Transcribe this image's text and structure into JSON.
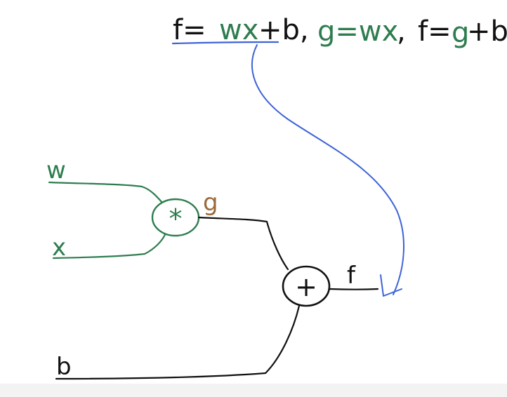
{
  "equation": {
    "parts": [
      {
        "text": "f=",
        "color": "#111111"
      },
      {
        "text": "wx",
        "color": "#2e7d4f"
      },
      {
        "text": "+b,",
        "color": "#111111"
      },
      {
        "text": "g=wx",
        "color": "#2e7d4f"
      },
      {
        "text": ",",
        "color": "#111111"
      },
      {
        "text": "f=",
        "color": "#111111"
      },
      {
        "text": "g",
        "color": "#2e7d4f"
      },
      {
        "text": "+b",
        "color": "#111111"
      }
    ]
  },
  "nodes": {
    "multiply": {
      "symbol": "*",
      "color": "#2e7d4f"
    },
    "add": {
      "symbol": "+",
      "color": "#111111"
    }
  },
  "labels": {
    "w": {
      "text": "w",
      "color": "#2e7d4f"
    },
    "x": {
      "text": "x",
      "color": "#2e7d4f"
    },
    "b": {
      "text": "b",
      "color": "#111111"
    },
    "g": {
      "text": "g",
      "color": "#9a6a3a"
    },
    "f": {
      "text": "f",
      "color": "#111111"
    }
  },
  "colors": {
    "green_ink": "#2e7d4f",
    "black_ink": "#111111",
    "blue_ink": "#3d63d6",
    "brown_ink": "#9a6a3a"
  }
}
